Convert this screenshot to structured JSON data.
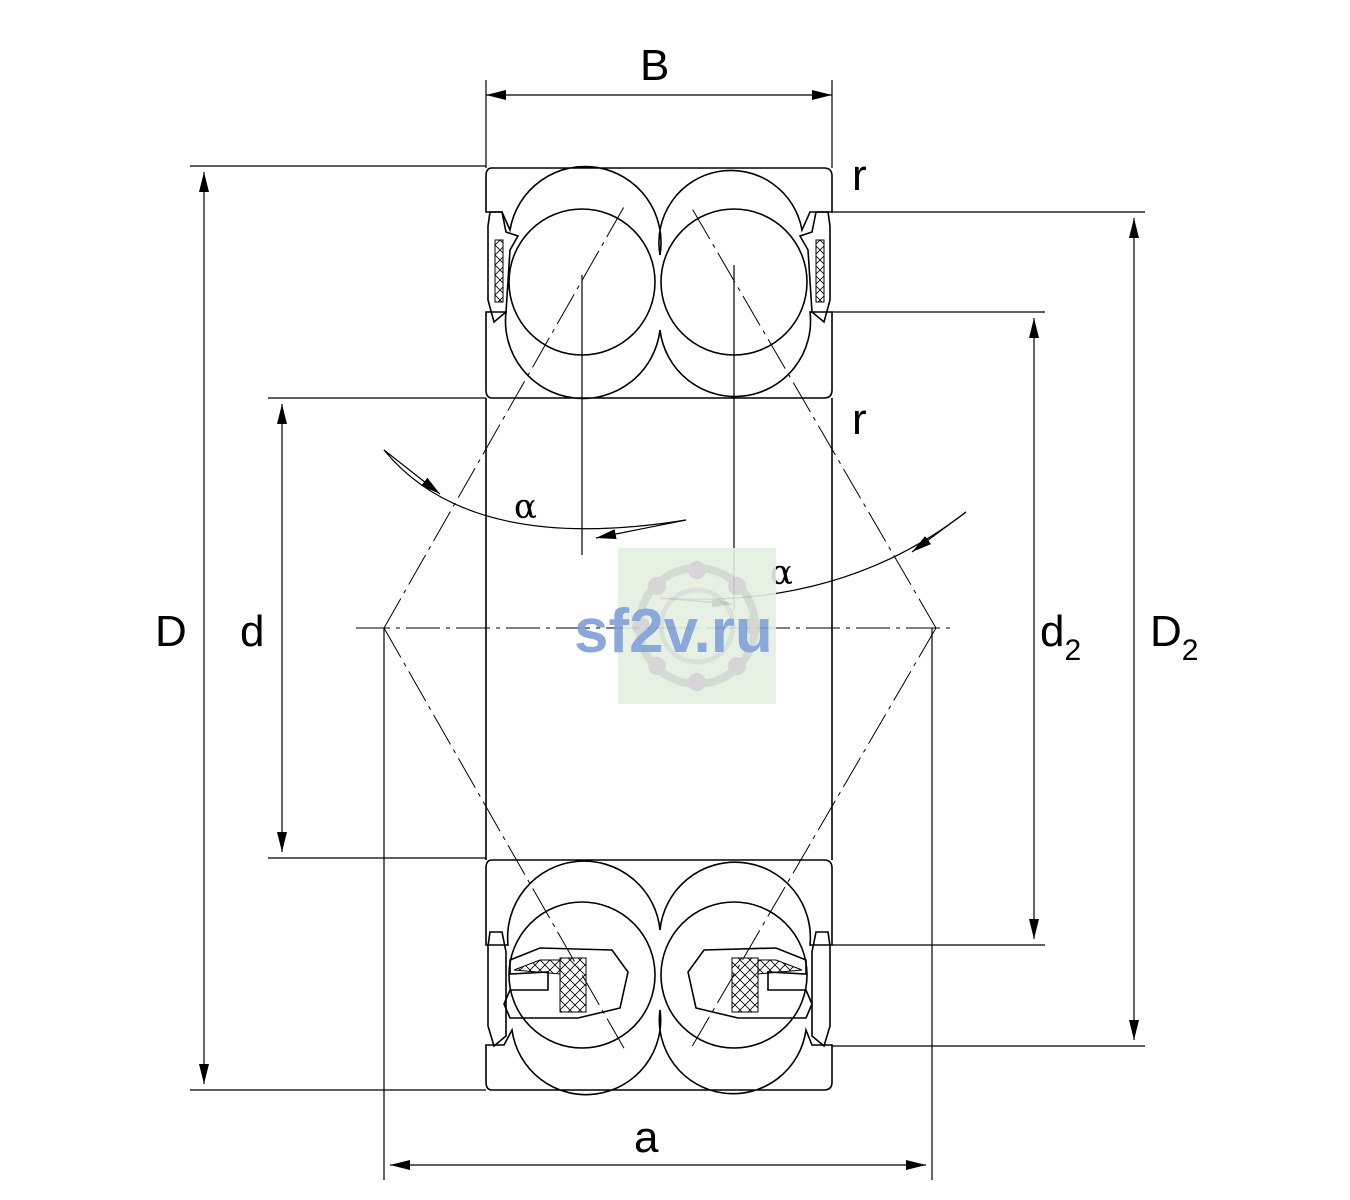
{
  "labels": {
    "width": "B",
    "outer_diameter": "D",
    "bore": "d",
    "inner_ring_shoulder": "d",
    "inner_ring_shoulder_sub": "2",
    "outer_ring_shoulder": "D",
    "outer_ring_shoulder_sub": "2",
    "radius_top": "r",
    "radius_inner": "r",
    "contact_angle_left": "α",
    "contact_angle_right": "α",
    "pressure_center_distance": "a"
  },
  "watermark": {
    "text": "sf2v.ru",
    "text_color": "#7f9fd8",
    "background_color": "#e4f0e2"
  }
}
